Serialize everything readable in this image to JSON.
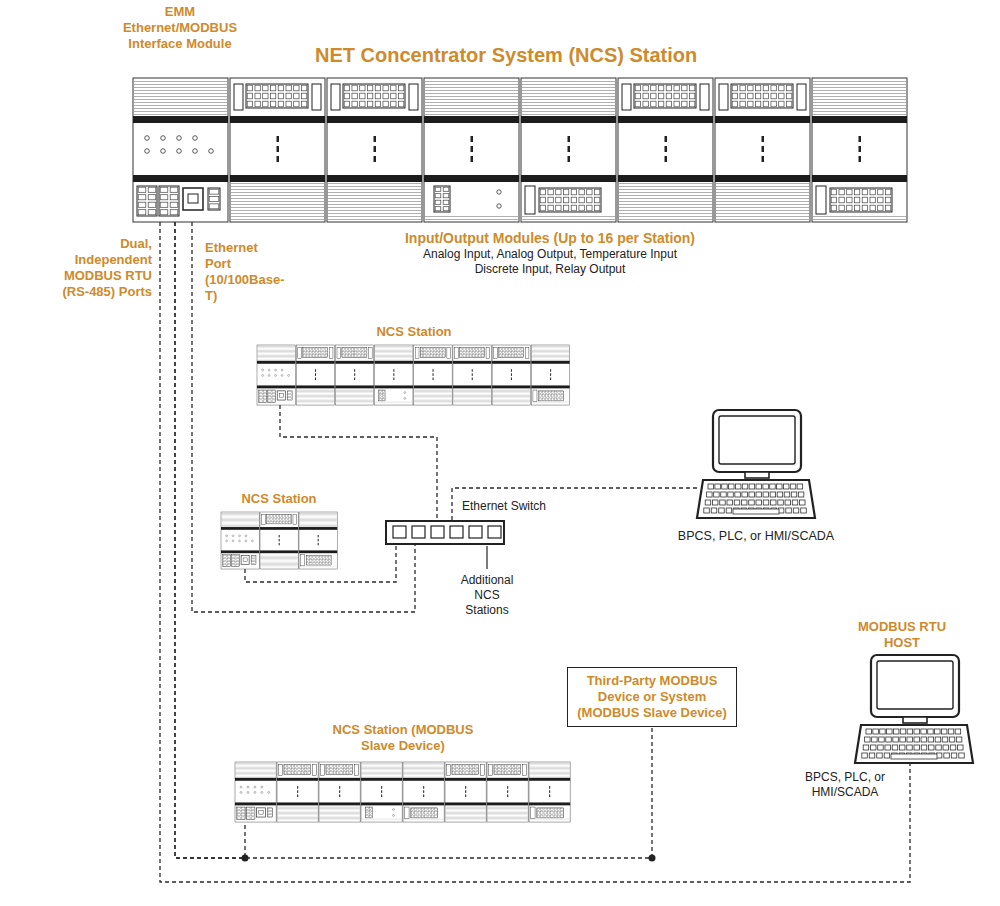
{
  "diagram": {
    "nodes": [
      {
        "text": [
          "NET Concentrator System (NCS) Station"
        ]
      },
      {
        "text": [
          "NCS Station"
        ]
      },
      {
        "text": [
          "NCS Station"
        ]
      },
      {
        "text": [
          "Ethernet Switch"
        ]
      },
      {
        "text": [
          "BPCS, PLC, or HMI/SCADA"
        ]
      },
      {
        "text": [
          "Third-Party MODBUS Device or System (MODBUS Slave Device)"
        ]
      },
      {
        "text": [
          "NCS Station (MODBUS Slave Device)"
        ]
      },
      {
        "text": [
          "MODBUS RTU HOST",
          "BPCS, PLC, or HMI/SCADA"
        ]
      }
    ],
    "edges": [
      {
        "from": 0,
        "to": 3,
        "arrow": "none"
      },
      {
        "from": 1,
        "to": 3,
        "arrow": "none"
      },
      {
        "from": 2,
        "to": 3,
        "arrow": "none"
      },
      {
        "from": 3,
        "to": 4,
        "arrow": "none"
      },
      {
        "from": 0,
        "to": 6,
        "arrow": "none"
      },
      {
        "from": 0,
        "to": 5,
        "arrow": "none"
      },
      {
        "from": 0,
        "to": 7,
        "arrow": "none"
      }
    ],
    "labels": [
      "EMM Ethernet/MODBUS Interface Module",
      "Input/Output Modules (Up to 16 per Station)",
      "Analog Input, Analog Output, Temperature Input",
      "Discrete Input, Relay Output",
      "Dual, Independent MODBUS RTU (RS-485) Ports",
      "Ethernet Port (10/100Base-T)",
      "Additional NCS Stations"
    ]
  }
}
